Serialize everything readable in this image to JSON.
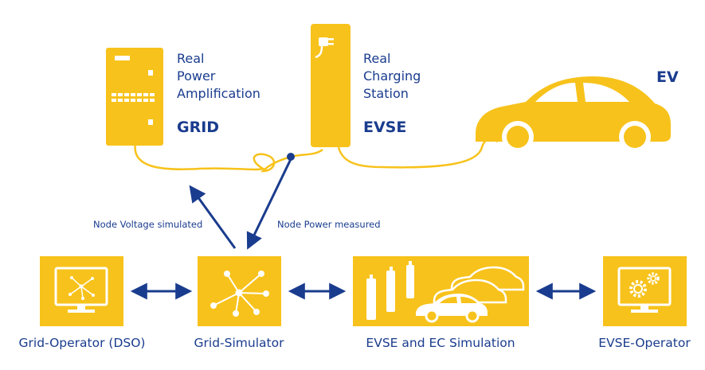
{
  "colors": {
    "yellow": "#F7C21B",
    "blue": "#1A3C8E",
    "white": "#FFFFFF"
  },
  "top": {
    "grid": {
      "description": [
        "Real",
        "Power",
        "Amplification"
      ],
      "title": "GRID"
    },
    "evse": {
      "description": [
        "Real",
        "Charging",
        "Station"
      ],
      "title": "EVSE"
    },
    "ev": {
      "title": "EV"
    }
  },
  "arrows": {
    "voltage_label": "Node Voltage simulated",
    "power_label": "Node Power measured"
  },
  "bottom": {
    "grid_operator": {
      "label": "Grid-Operator (DSO)",
      "icon": "monitor-network-icon"
    },
    "grid_simulator": {
      "label": "Grid-Simulator",
      "icon": "network-node-icon"
    },
    "evse_simulation": {
      "label": "EVSE and EC Simulation",
      "icon": "charging-cars-icon"
    },
    "evse_operator": {
      "label": "EVSE-Operator",
      "icon": "monitor-gears-icon"
    }
  }
}
